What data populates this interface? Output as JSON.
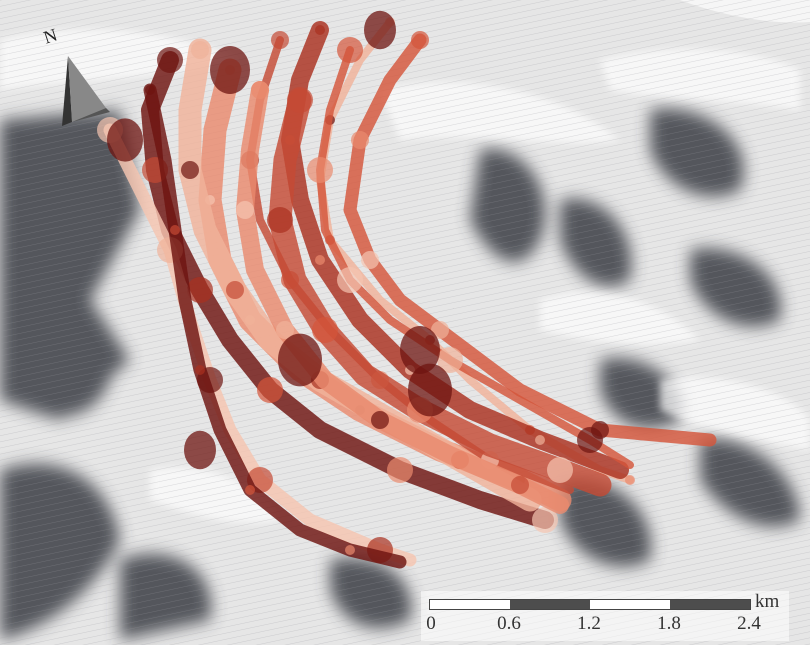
{
  "map": {
    "north_label": "N",
    "scale": {
      "unit": "km",
      "ticks": [
        "0",
        "0.6",
        "1.2",
        "1.8",
        "2.4"
      ]
    },
    "colors": {
      "terrain_light": "#f2f2f2",
      "terrain_shadow": "#3a3d45",
      "track_light": "#f0b29a",
      "track_mid": "#d4553a",
      "track_dark": "#6e1410"
    },
    "icons": [
      "north-arrow-icon"
    ]
  }
}
